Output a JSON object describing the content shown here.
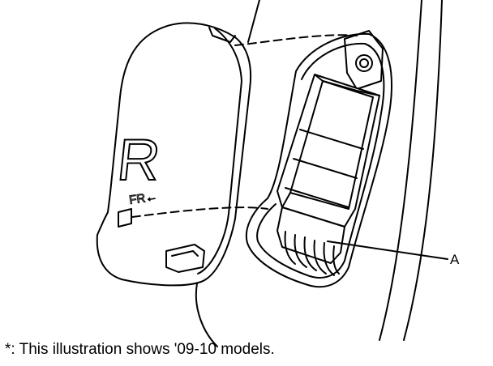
{
  "figure": {
    "callout": "A",
    "cover_letter": "R",
    "cover_marking": "FR←",
    "caption": "*: This illustration shows '09-10 models."
  },
  "colors": {
    "line": "#000000",
    "background": "#ffffff"
  }
}
